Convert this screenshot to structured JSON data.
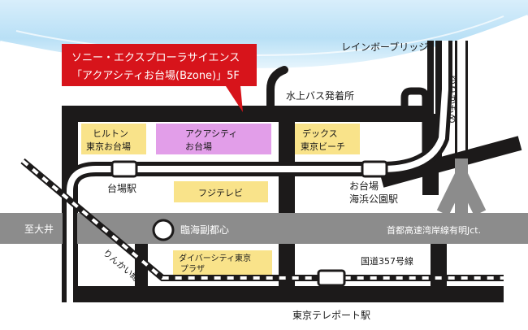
{
  "callout": {
    "line1": "ソニー・エクスプローラサイエンス",
    "line2": "「アクアシティお台場(Bzone)」5F",
    "color": "#d7141b"
  },
  "labels": {
    "rainbow_bridge": "レインボーブリッジ",
    "yurikamome": "ゆりかもめ",
    "water_bus": "水上バス発着所",
    "daiba_station": "台場駅",
    "odaiba_station_l1": "お台場",
    "odaiba_station_l2": "海浜公園駅",
    "oi": "至大井",
    "rinkai_fukutoshin": "臨海副都心",
    "shutoko": "首都高速湾岸線有明Jct.",
    "rinkai_line": "りんかい線",
    "route357": "国道357号線",
    "teleport": "東京テレポート駅"
  },
  "buildings": {
    "hilton_l1": "ヒルトン",
    "hilton_l2": "東京お台場",
    "aquacity_l1": "アクアシティ",
    "aquacity_l2": "お台場",
    "decks_l1": "デックス",
    "decks_l2": "東京ビーチ",
    "fujitv": "フジテレビ",
    "divercity_l1": "ダイバーシティ東京",
    "divercity_l2": "プラザ"
  },
  "colors": {
    "building": "#f9e38a",
    "highlight": "#e29ee9",
    "road": "#1c1a1a",
    "expressway": "#8c8c8c",
    "water": "#a9d8f3",
    "yurikamome_track": "#ffffff"
  }
}
